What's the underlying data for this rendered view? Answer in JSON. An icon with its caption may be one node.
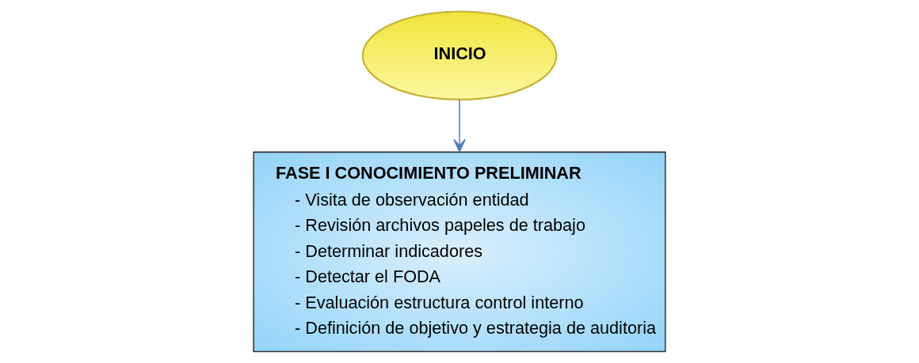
{
  "diagram": {
    "nodes": [
      {
        "text": [
          "INICIO"
        ]
      },
      {
        "text": [
          "FASE I CONOCIMIENTO PRELIMINAR",
          "- Visita de observación entidad",
          "- Revisión archivos papeles de trabajo",
          "- Determinar indicadores",
          "- Detectar el FODA",
          "- Evaluación estructura control interno",
          "- Definición de objetivo y estrategia de auditoria"
        ]
      }
    ],
    "edges": [
      {
        "from": 0,
        "to": 1,
        "arrow": "to"
      }
    ]
  }
}
